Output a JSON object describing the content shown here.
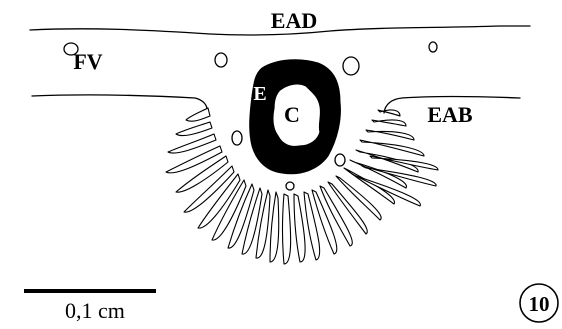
{
  "figure": {
    "labels": {
      "ead": "EAD",
      "fv": "FV",
      "eab": "EAB",
      "e": "E",
      "c": "C"
    },
    "scale_bar": {
      "text": "0,1 cm"
    },
    "figure_number": "10"
  },
  "colors": {
    "ink": "#000000",
    "background": "#ffffff"
  }
}
